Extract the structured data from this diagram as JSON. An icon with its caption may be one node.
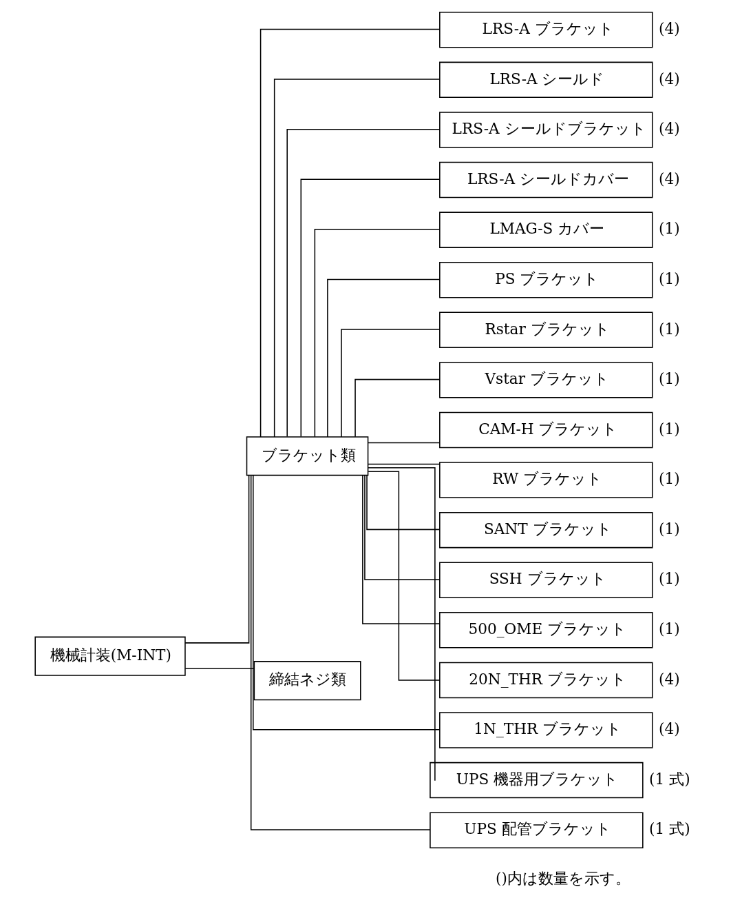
{
  "diagram": {
    "nodes": [
      {
        "text": [
          "機械計装(M-INT)"
        ]
      },
      {
        "text": [
          "ブラケット類"
        ]
      },
      {
        "text": [
          "LRS-A ブラケット"
        ],
        "beside": [
          "(4)"
        ]
      },
      {
        "text": [
          "LRS-A シールド"
        ],
        "beside": [
          "(4)"
        ]
      },
      {
        "text": [
          "LRS-A シールドブラケット"
        ],
        "beside": [
          "(4)"
        ]
      },
      {
        "text": [
          "LRS-A シールドカバー"
        ],
        "beside": [
          "(4)"
        ]
      },
      {
        "text": [
          "LMAG-S カバー"
        ],
        "beside": [
          "(1)"
        ]
      },
      {
        "text": [
          "PS ブラケット"
        ],
        "beside": [
          "(1)"
        ]
      },
      {
        "text": [
          "Rstar ブラケット"
        ],
        "beside": [
          "(1)"
        ]
      },
      {
        "text": [
          "Vstar ブラケット"
        ],
        "beside": [
          "(1)"
        ]
      },
      {
        "text": [
          "CAM-H ブラケット"
        ],
        "beside": [
          "(1)"
        ]
      },
      {
        "text": [
          "RW ブラケット"
        ],
        "beside": [
          "(1)"
        ]
      },
      {
        "text": [
          "SANT ブラケット"
        ],
        "beside": [
          "(1)"
        ]
      },
      {
        "text": [
          "SSH ブラケット"
        ],
        "beside": [
          "(1)"
        ]
      },
      {
        "text": [
          "500_OME ブラケット"
        ],
        "beside": [
          "(1)"
        ]
      },
      {
        "text": [
          "20N_THR ブラケット"
        ],
        "beside": [
          "(4)"
        ]
      },
      {
        "text": [
          "1N_THR ブラケット"
        ],
        "beside": [
          "(4)"
        ]
      },
      {
        "text": [
          "UPS 機器用ブラケット"
        ],
        "beside": [
          "(1 式)"
        ]
      },
      {
        "text": [
          "UPS 配管ブラケット"
        ],
        "beside": [
          "(1 式)"
        ]
      },
      {
        "text": [
          "締結ネジ類"
        ]
      }
    ],
    "edges": [
      {
        "from": 0,
        "to": 1,
        "arrow": "none"
      },
      {
        "from": 1,
        "to": 2,
        "arrow": "none"
      },
      {
        "from": 1,
        "to": 3,
        "arrow": "none"
      },
      {
        "from": 1,
        "to": 4,
        "arrow": "none"
      },
      {
        "from": 1,
        "to": 5,
        "arrow": "none"
      },
      {
        "from": 1,
        "to": 6,
        "arrow": "none"
      },
      {
        "from": 1,
        "to": 7,
        "arrow": "none"
      },
      {
        "from": 1,
        "to": 8,
        "arrow": "none"
      },
      {
        "from": 1,
        "to": 9,
        "arrow": "none"
      },
      {
        "from": 1,
        "to": 10,
        "arrow": "none"
      },
      {
        "from": 1,
        "to": 11,
        "arrow": "none"
      },
      {
        "from": 1,
        "to": 12,
        "arrow": "none"
      },
      {
        "from": 1,
        "to": 13,
        "arrow": "none"
      },
      {
        "from": 1,
        "to": 14,
        "arrow": "none"
      },
      {
        "from": 1,
        "to": 15,
        "arrow": "none"
      },
      {
        "from": 1,
        "to": 16,
        "arrow": "none"
      },
      {
        "from": 1,
        "to": 17,
        "arrow": "none"
      },
      {
        "from": 1,
        "to": 18,
        "arrow": "none"
      },
      {
        "from": 0,
        "to": 19,
        "arrow": "none"
      }
    ],
    "labels": [
      "()内は数量を示す。"
    ]
  }
}
